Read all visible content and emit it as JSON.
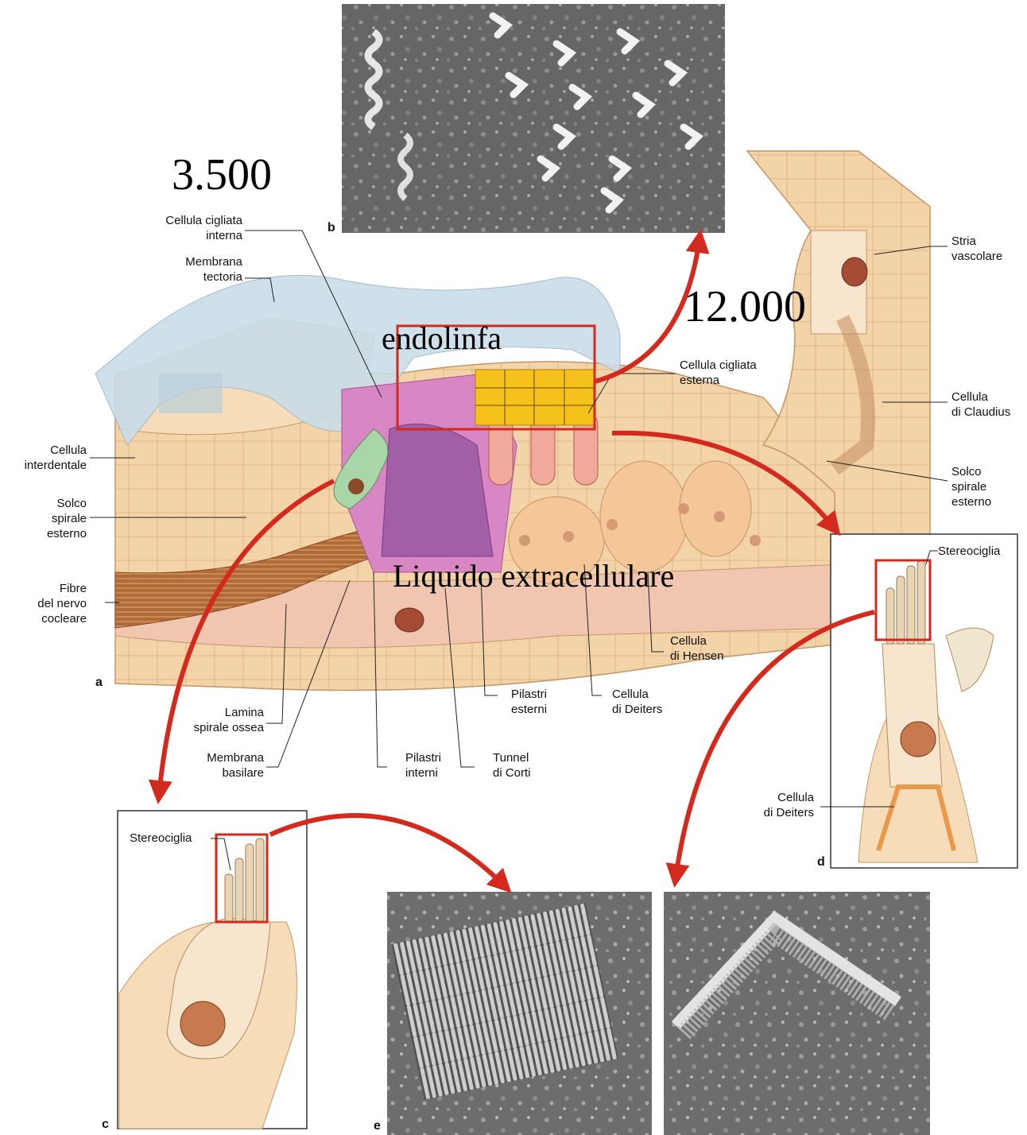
{
  "magnifications": {
    "left": "3.500",
    "right": "12.000"
  },
  "regions": {
    "endolymph": "endolinfa",
    "extracellular": "Liquido extracellulare"
  },
  "panel_letters": {
    "a": "a",
    "b": "b",
    "c": "c",
    "d": "d",
    "e": "e"
  },
  "labels": {
    "inner_hair_cell": [
      "Cellula cigliata",
      "interna"
    ],
    "tectorial_membrane": [
      "Membrana",
      "tectoria"
    ],
    "interdental_cell": [
      "Cellula",
      "interdentale"
    ],
    "inner_sulcus": [
      "Solco",
      "spirale",
      "esterno"
    ],
    "nerve_fibers": [
      "Fibre",
      "del nervo",
      "cocleare"
    ],
    "osseous_spiral_lamina": [
      "Lamina",
      "spirale ossea"
    ],
    "basilar_membrane": [
      "Membrana",
      "basilare"
    ],
    "inner_pillars": [
      "Pilastri",
      "interni"
    ],
    "tunnel_of_corti": [
      "Tunnel",
      "di Corti"
    ],
    "outer_pillars": [
      "Pilastri",
      "esterni"
    ],
    "deiters_cell": [
      "Cellula",
      "di Deiters"
    ],
    "hensen_cell": [
      "Cellula",
      "di Hensen"
    ],
    "outer_hair_cell": [
      "Cellula cigliata",
      "esterna"
    ],
    "stria_vascularis": [
      "Stria",
      "vascolare"
    ],
    "claudius_cell": [
      "Cellula",
      "di Claudius"
    ],
    "outer_sulcus": [
      "Solco",
      "spirale",
      "esterno"
    ],
    "stereocilia_d": [
      "Stereociglia"
    ],
    "deiters_cell_d": [
      "Cellula",
      "di Deiters"
    ],
    "stereocilia_c": [
      "Stereociglia"
    ]
  },
  "colors": {
    "arrow": "#d42a1e",
    "highlight_box": "#d42a1e",
    "tectorial": "#c9dde8",
    "tissue": "#f1cfa3",
    "pink_region": "#d887c4",
    "yellow_cells": "#f4c21a"
  }
}
